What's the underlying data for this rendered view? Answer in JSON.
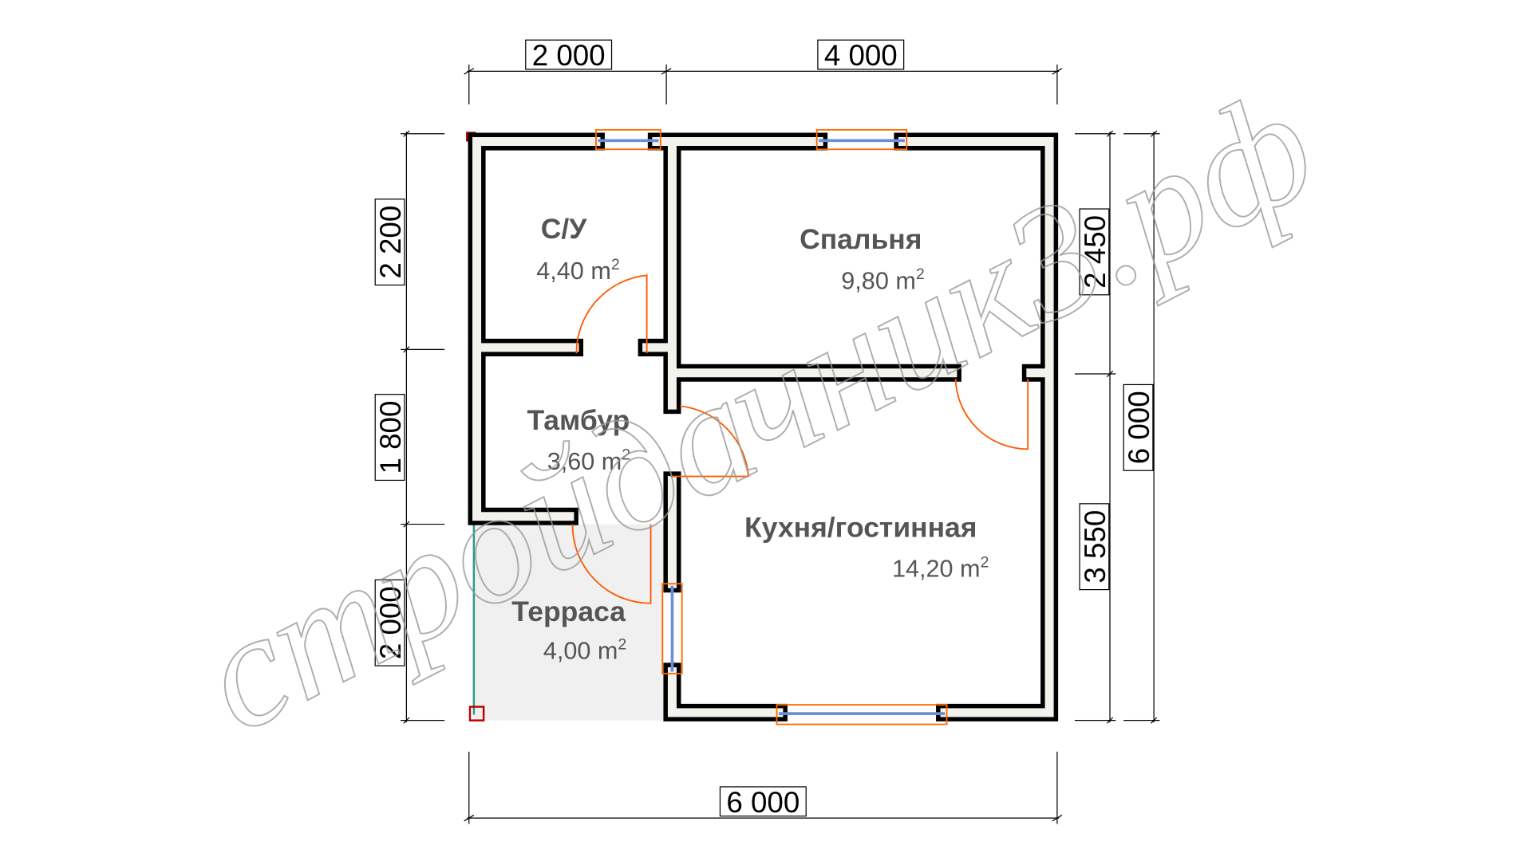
{
  "plan": {
    "dimensions": {
      "top": [
        "2 000",
        "4 000"
      ],
      "left": [
        "2 200",
        "1 800",
        "2 000"
      ],
      "right_inner": [
        "2 450",
        "3 550"
      ],
      "right_total": "6 000",
      "bottom_total": "6 000"
    },
    "rooms": [
      {
        "name": "С/У",
        "area": "4,40 m",
        "unit_sup": "2"
      },
      {
        "name": "Спальня",
        "area": "9,80 m",
        "unit_sup": "2"
      },
      {
        "name": "Тамбур",
        "area": "3,60 m",
        "unit_sup": "2"
      },
      {
        "name": "Кухня/гостинная",
        "area": "14,20 m",
        "unit_sup": "2"
      },
      {
        "name": "Терраса",
        "area": "4,00 m",
        "unit_sup": "2"
      }
    ],
    "watermark": "стройдачник3.рф",
    "colors": {
      "wall_fill": "#f4f2ec",
      "wall_outline": "#000000",
      "door": "#ff5a00",
      "terrace": "#f0f0f0",
      "dim": "#000000"
    }
  }
}
